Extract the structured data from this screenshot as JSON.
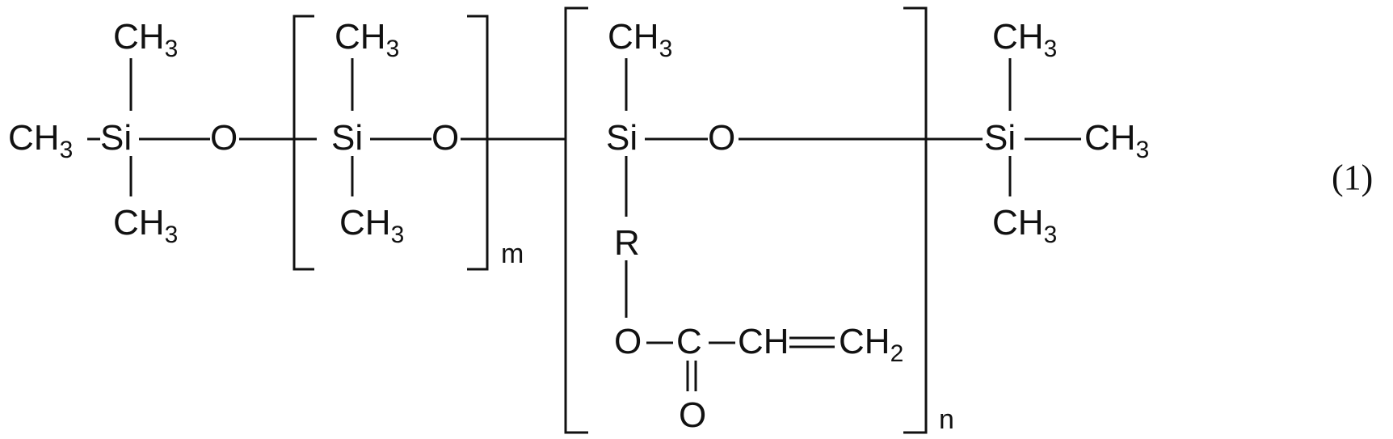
{
  "formula": {
    "groups": {
      "methyl": {
        "main": "CH",
        "sub": "3"
      },
      "methylene": {
        "main": "CH",
        "sub": "2"
      },
      "silicon": "Si",
      "oxygen": "O",
      "carbon": "C",
      "methine": "CH",
      "substituent": "R"
    },
    "repeat_m": "m",
    "repeat_n": "n",
    "equation_number": "(1)"
  }
}
